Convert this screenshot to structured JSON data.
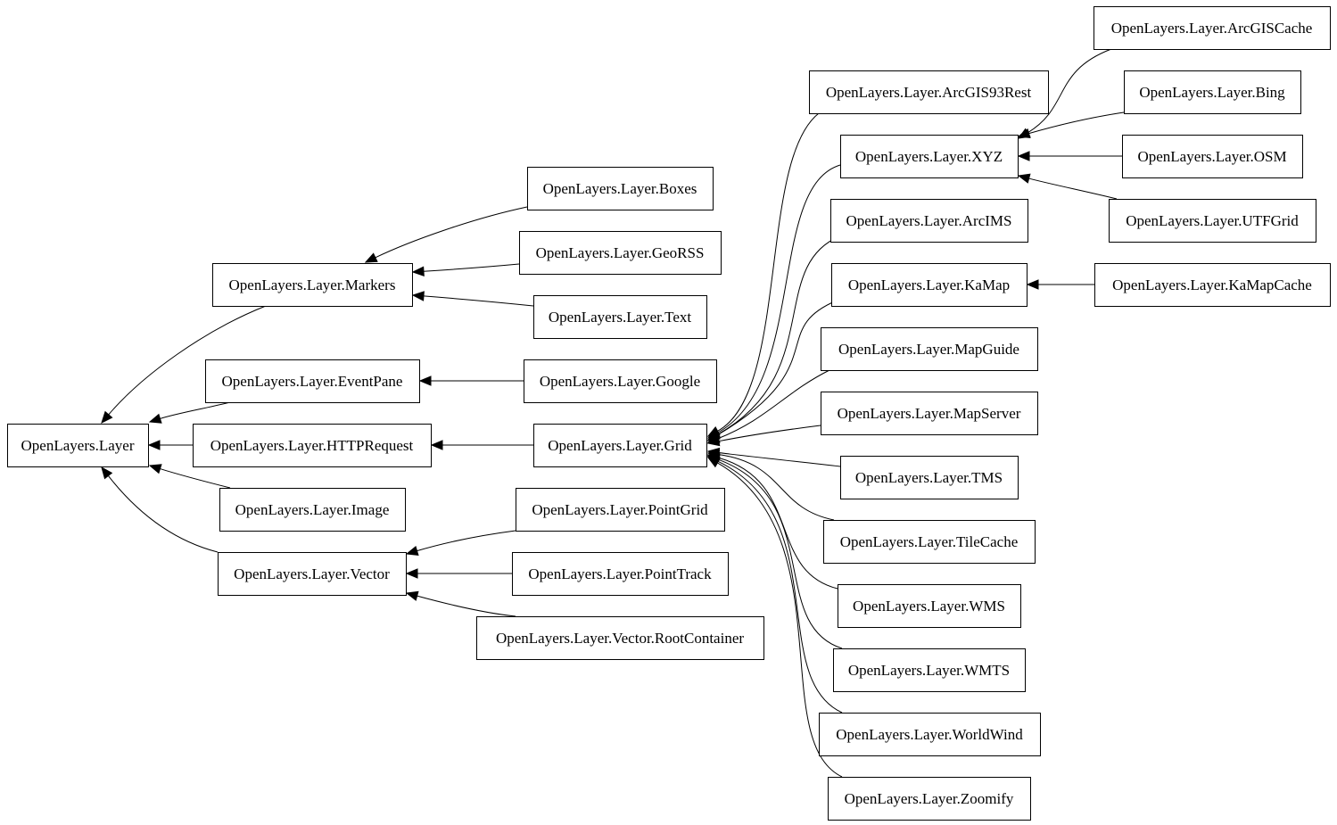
{
  "diagram": {
    "nodes": [
      {
        "id": "layer",
        "label": "OpenLayers.Layer"
      },
      {
        "id": "markers",
        "label": "OpenLayers.Layer.Markers"
      },
      {
        "id": "eventpane",
        "label": "OpenLayers.Layer.EventPane"
      },
      {
        "id": "httprequest",
        "label": "OpenLayers.Layer.HTTPRequest"
      },
      {
        "id": "image",
        "label": "OpenLayers.Layer.Image"
      },
      {
        "id": "vector",
        "label": "OpenLayers.Layer.Vector"
      },
      {
        "id": "boxes",
        "label": "OpenLayers.Layer.Boxes"
      },
      {
        "id": "georss",
        "label": "OpenLayers.Layer.GeoRSS"
      },
      {
        "id": "text",
        "label": "OpenLayers.Layer.Text"
      },
      {
        "id": "google",
        "label": "OpenLayers.Layer.Google"
      },
      {
        "id": "grid",
        "label": "OpenLayers.Layer.Grid"
      },
      {
        "id": "pointgrid",
        "label": "OpenLayers.Layer.PointGrid"
      },
      {
        "id": "pointtrack",
        "label": "OpenLayers.Layer.PointTrack"
      },
      {
        "id": "rootcontainer",
        "label": "OpenLayers.Layer.Vector.RootContainer"
      },
      {
        "id": "arcgis93rest",
        "label": "OpenLayers.Layer.ArcGIS93Rest"
      },
      {
        "id": "xyz",
        "label": "OpenLayers.Layer.XYZ"
      },
      {
        "id": "arcims",
        "label": "OpenLayers.Layer.ArcIMS"
      },
      {
        "id": "kamap",
        "label": "OpenLayers.Layer.KaMap"
      },
      {
        "id": "mapguide",
        "label": "OpenLayers.Layer.MapGuide"
      },
      {
        "id": "mapserver",
        "label": "OpenLayers.Layer.MapServer"
      },
      {
        "id": "tms",
        "label": "OpenLayers.Layer.TMS"
      },
      {
        "id": "tilecache",
        "label": "OpenLayers.Layer.TileCache"
      },
      {
        "id": "wms",
        "label": "OpenLayers.Layer.WMS"
      },
      {
        "id": "wmts",
        "label": "OpenLayers.Layer.WMTS"
      },
      {
        "id": "worldwind",
        "label": "OpenLayers.Layer.WorldWind"
      },
      {
        "id": "zoomify",
        "label": "OpenLayers.Layer.Zoomify"
      },
      {
        "id": "arcgiscache",
        "label": "OpenLayers.Layer.ArcGISCache"
      },
      {
        "id": "bing",
        "label": "OpenLayers.Layer.Bing"
      },
      {
        "id": "osm",
        "label": "OpenLayers.Layer.OSM"
      },
      {
        "id": "utfgrid",
        "label": "OpenLayers.Layer.UTFGrid"
      },
      {
        "id": "kamapcache",
        "label": "OpenLayers.Layer.KaMapCache"
      }
    ],
    "edges": [
      {
        "from": "markers",
        "to": "layer"
      },
      {
        "from": "eventpane",
        "to": "layer"
      },
      {
        "from": "httprequest",
        "to": "layer"
      },
      {
        "from": "image",
        "to": "layer"
      },
      {
        "from": "vector",
        "to": "layer"
      },
      {
        "from": "boxes",
        "to": "markers"
      },
      {
        "from": "georss",
        "to": "markers"
      },
      {
        "from": "text",
        "to": "markers"
      },
      {
        "from": "google",
        "to": "eventpane"
      },
      {
        "from": "grid",
        "to": "httprequest"
      },
      {
        "from": "pointgrid",
        "to": "vector"
      },
      {
        "from": "pointtrack",
        "to": "vector"
      },
      {
        "from": "rootcontainer",
        "to": "vector"
      },
      {
        "from": "arcgis93rest",
        "to": "grid"
      },
      {
        "from": "xyz",
        "to": "grid"
      },
      {
        "from": "arcims",
        "to": "grid"
      },
      {
        "from": "kamap",
        "to": "grid"
      },
      {
        "from": "mapguide",
        "to": "grid"
      },
      {
        "from": "mapserver",
        "to": "grid"
      },
      {
        "from": "tms",
        "to": "grid"
      },
      {
        "from": "tilecache",
        "to": "grid"
      },
      {
        "from": "wms",
        "to": "grid"
      },
      {
        "from": "wmts",
        "to": "grid"
      },
      {
        "from": "worldwind",
        "to": "grid"
      },
      {
        "from": "zoomify",
        "to": "grid"
      },
      {
        "from": "arcgiscache",
        "to": "xyz"
      },
      {
        "from": "bing",
        "to": "xyz"
      },
      {
        "from": "osm",
        "to": "xyz"
      },
      {
        "from": "utfgrid",
        "to": "xyz"
      },
      {
        "from": "kamapcache",
        "to": "kamap"
      }
    ]
  }
}
